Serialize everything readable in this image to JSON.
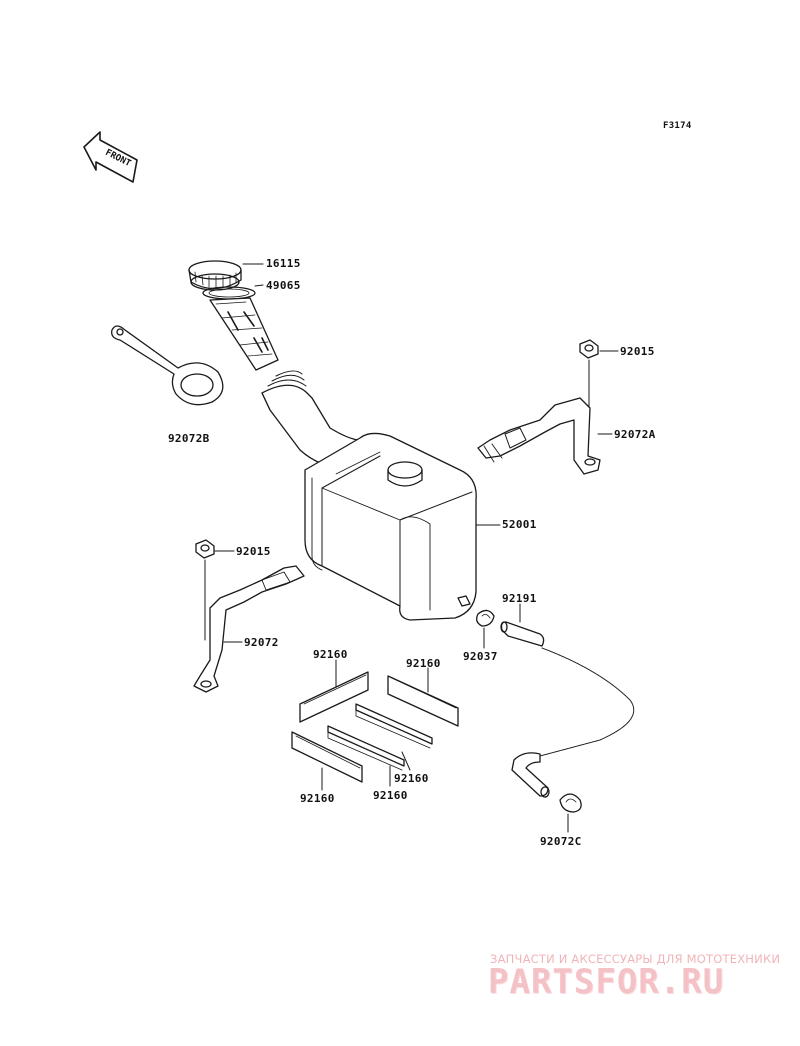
{
  "diagram": {
    "ref_code": "F3174",
    "front_label": "FRONT",
    "parts": {
      "cap": "16115",
      "gasket": "49065",
      "strap_b": "92072B",
      "nut_right": "92015",
      "strap_a": "92072A",
      "tank": "52001",
      "nut_left": "92015",
      "strap_left": "92072",
      "hose": "92191",
      "clamp_small": "92037",
      "pad_1": "92160",
      "pad_2": "92160",
      "pad_3": "92160",
      "pad_4": "92160",
      "pad_5": "92160",
      "clamp_c": "92072C"
    }
  },
  "watermark": {
    "tagline": "ЗАПЧАСТИ И АКСЕССУАРЫ ДЛЯ МОТОТЕХНИКИ",
    "logo": "PARTSFOR.RU"
  }
}
